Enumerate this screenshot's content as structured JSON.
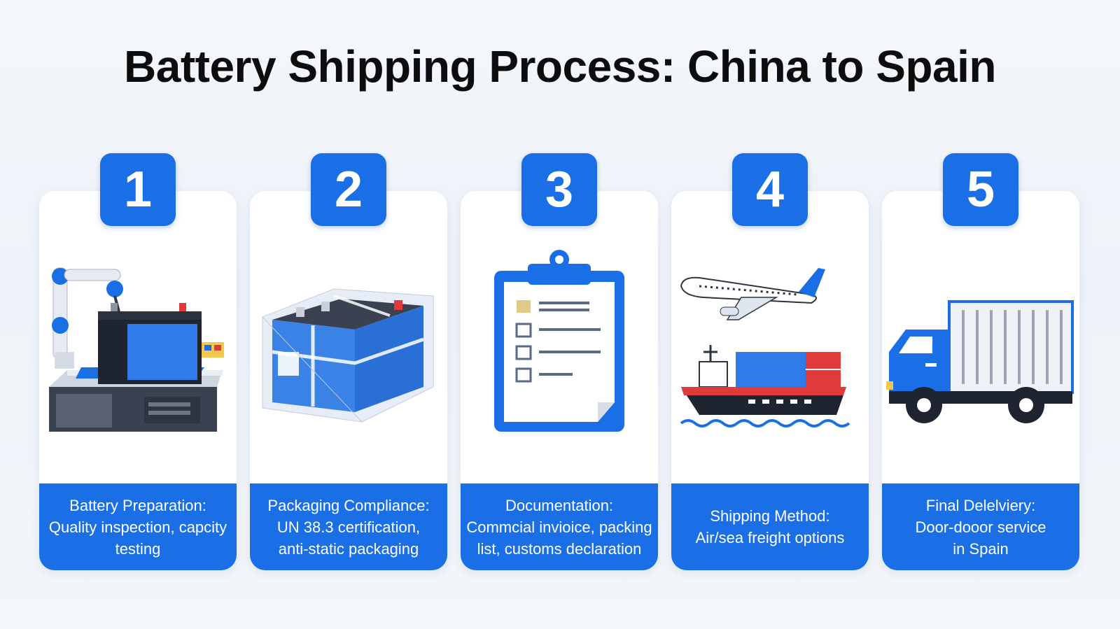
{
  "title": "Battery Shipping Process: China to Spain",
  "colors": {
    "accent": "#1a6fe6",
    "dark": "#1f2530",
    "red": "#e03a3a",
    "yellow": "#e3c988"
  },
  "steps": [
    {
      "number": "1",
      "icon": "battery-robot-arm-icon",
      "lines": [
        "Battery Preparation:",
        "Quality inspection, capcity",
        "testing"
      ]
    },
    {
      "number": "2",
      "icon": "packaged-battery-icon",
      "lines": [
        "Packaging Compliance:",
        "UN 38.3 certification,",
        "anti-static packaging"
      ]
    },
    {
      "number": "3",
      "icon": "clipboard-checklist-icon",
      "lines": [
        "Documentation:",
        "Commcial invioice, packing",
        "list, customs declaration"
      ]
    },
    {
      "number": "4",
      "icon": "airplane-and-cargo-ship-icon",
      "lines": [
        "Shipping Method:",
        "Air/sea freight options",
        ""
      ]
    },
    {
      "number": "5",
      "icon": "delivery-truck-icon",
      "lines": [
        "Final Delelviery:",
        "Door-dooor service",
        "in Spain"
      ]
    }
  ]
}
